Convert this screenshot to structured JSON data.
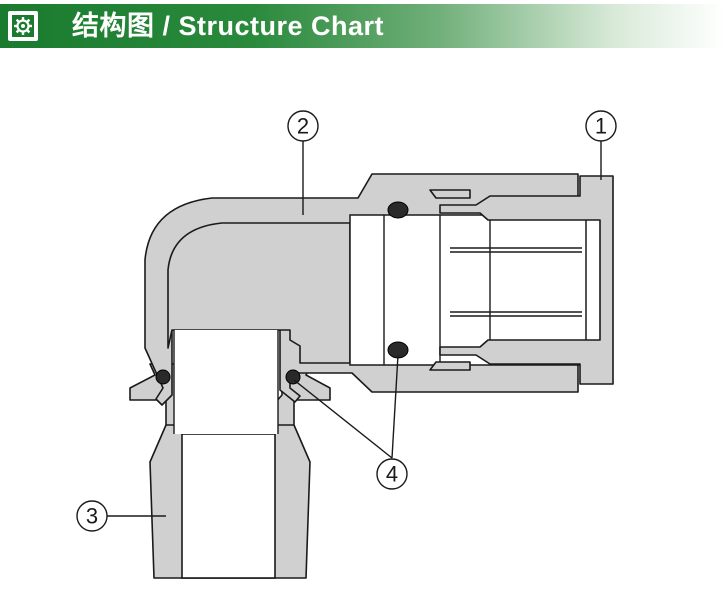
{
  "header": {
    "title": "结构图 / Structure Chart",
    "icon": "gear-icon",
    "color_dark": "#1a7a2e",
    "color_light": "#ffffff"
  },
  "diagram": {
    "callouts": [
      {
        "id": "callout-1",
        "label": "1"
      },
      {
        "id": "callout-2",
        "label": "2"
      },
      {
        "id": "callout-3",
        "label": "3"
      },
      {
        "id": "callout-4",
        "label": "4"
      }
    ]
  }
}
